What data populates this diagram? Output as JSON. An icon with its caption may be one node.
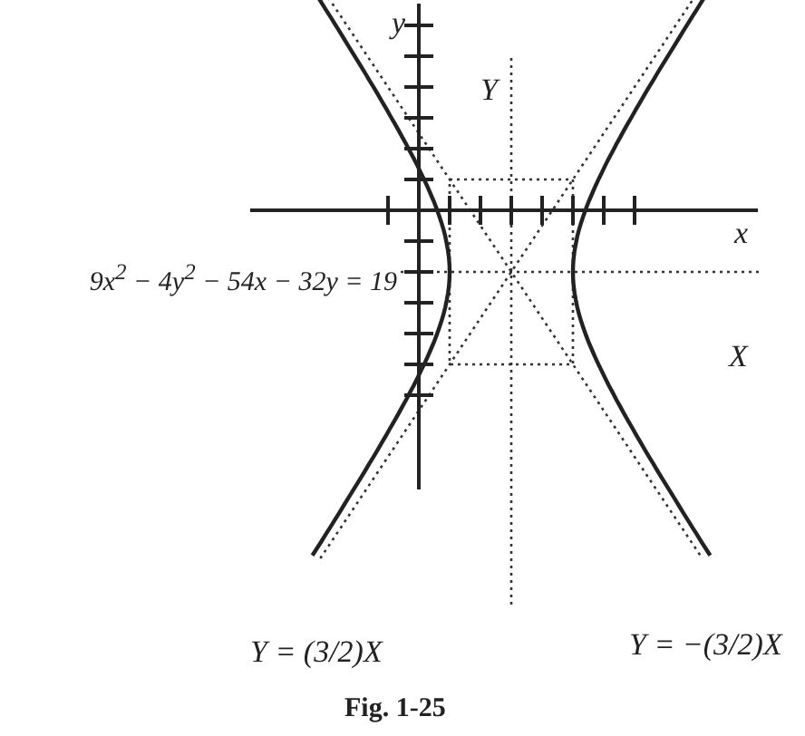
{
  "diagram": {
    "caption": "Fig. 1-25",
    "labels": [
      "y",
      "Y",
      "x",
      "9x$^{2}$ − 4y$^{2}$ − 54x − 32y = 19",
      "X",
      "Y = (3/2)X",
      "Y = −(3/2)X"
    ]
  }
}
